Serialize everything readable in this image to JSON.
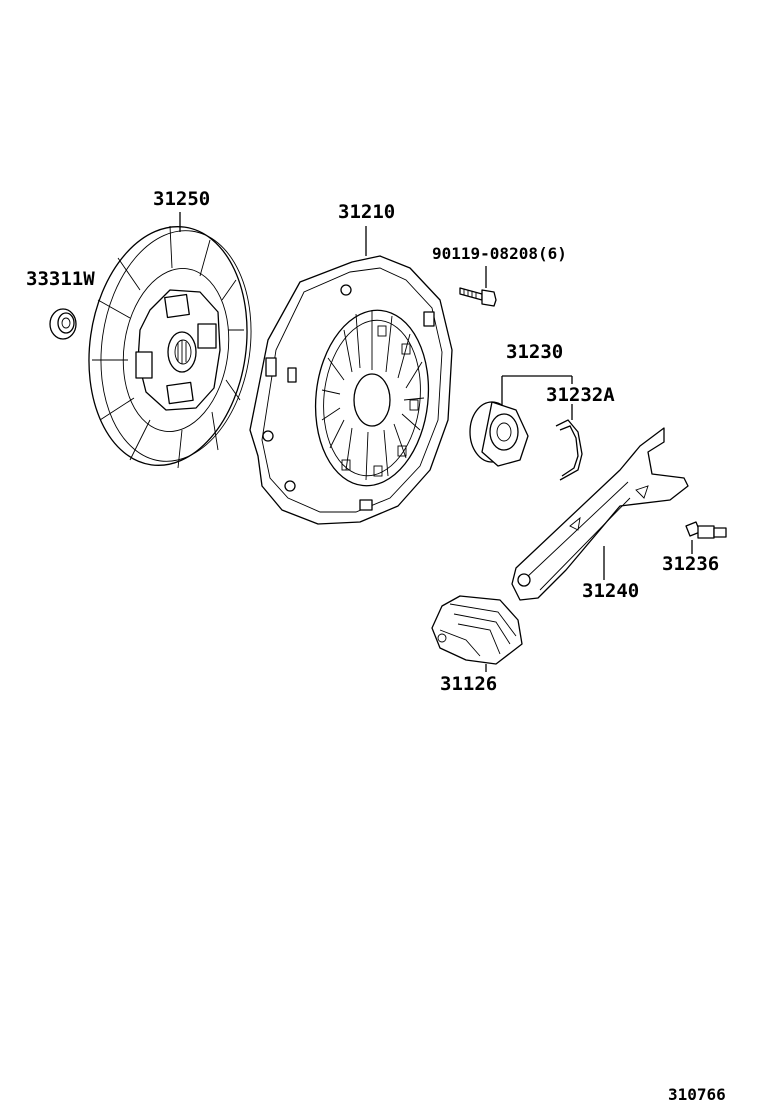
{
  "parts": {
    "pilot_bearing": "33311W",
    "clutch_disc": "31250",
    "clutch_cover": "31210",
    "cover_bolt": "90119-08208(6)",
    "release_bearing_assy": "31230",
    "release_bearing_clip": "31232A",
    "release_fork_pivot": "31236",
    "release_fork": "31240",
    "fork_boot": "31126"
  },
  "footer": {
    "diagram_code": "310766"
  },
  "colors": {
    "ink": "#000000",
    "paper": "#ffffff"
  }
}
